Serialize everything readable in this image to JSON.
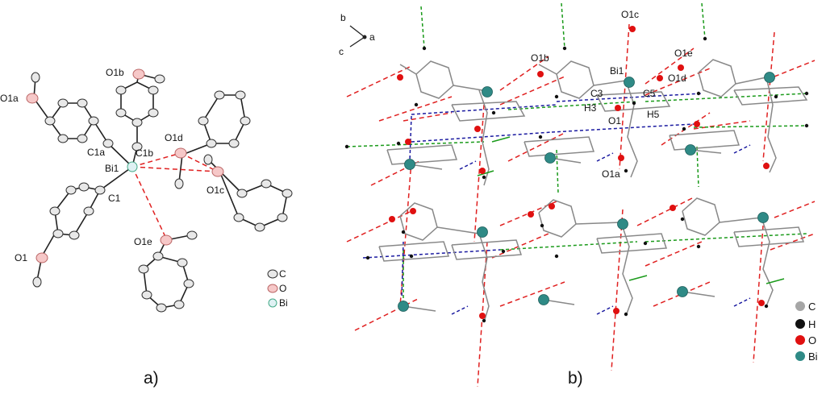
{
  "panel_a": {
    "caption": "a)",
    "atom_labels": {
      "o1a": "O1a",
      "o1b": "O1b",
      "c1a": "C1a",
      "c1b": "C1b",
      "bi1": "Bi1",
      "o1d": "O1d",
      "o1c": "O1c",
      "c1": "C1",
      "o1e": "O1e",
      "o1": "O1"
    },
    "legend": {
      "c": "C",
      "o": "O",
      "bi": "Bi"
    }
  },
  "panel_b": {
    "caption": "b)",
    "axes": {
      "b": "b",
      "a": "a",
      "c": "c"
    },
    "atom_labels": {
      "o1c": "O1c",
      "o1b": "O1b",
      "bi1": "Bi1",
      "o1e": "O1e",
      "o1d": "O1d",
      "c3": "C3",
      "c5": "C5",
      "h3": "H3",
      "h5": "H5",
      "o1": "O1",
      "o1a": "O1a"
    },
    "legend": {
      "c": "C",
      "h": "H",
      "o": "O",
      "bi": "Bi"
    }
  },
  "colors": {
    "carbon": "#a6a6a6",
    "hydrogen": "#111111",
    "oxygen": "#e01010",
    "bismuth": "#2f8a86",
    "hbond_red": "#e02020",
    "hbond_green": "#1a9a1a",
    "hbond_blue": "#1a1aa0"
  }
}
